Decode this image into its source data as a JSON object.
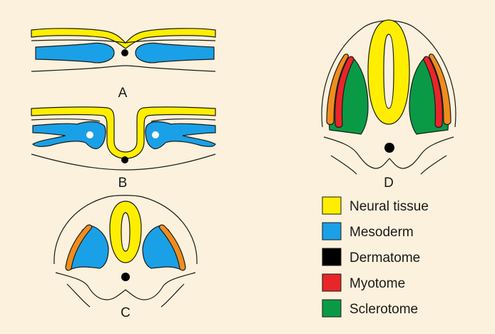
{
  "colors": {
    "background": "#fbf1dc",
    "neural": "#ffee00",
    "mesoderm": "#1aa0e6",
    "dermatome": "#000000",
    "myotome": "#e8262a",
    "sclerotome": "#0a9a46",
    "orange_layer": "#f08c1e",
    "outline": "#1a1a1a"
  },
  "panels": {
    "a": {
      "label": "A"
    },
    "b": {
      "label": "B"
    },
    "c": {
      "label": "C"
    },
    "d": {
      "label": "D"
    }
  },
  "legend": [
    {
      "label": "Neural tissue",
      "color": "#ffee00"
    },
    {
      "label": "Mesoderm",
      "color": "#1aa0e6"
    },
    {
      "label": "Dermatome",
      "color": "#000000"
    },
    {
      "label": "Myotome",
      "color": "#e8262a"
    },
    {
      "label": "Sclerotome",
      "color": "#0a9a46"
    }
  ]
}
